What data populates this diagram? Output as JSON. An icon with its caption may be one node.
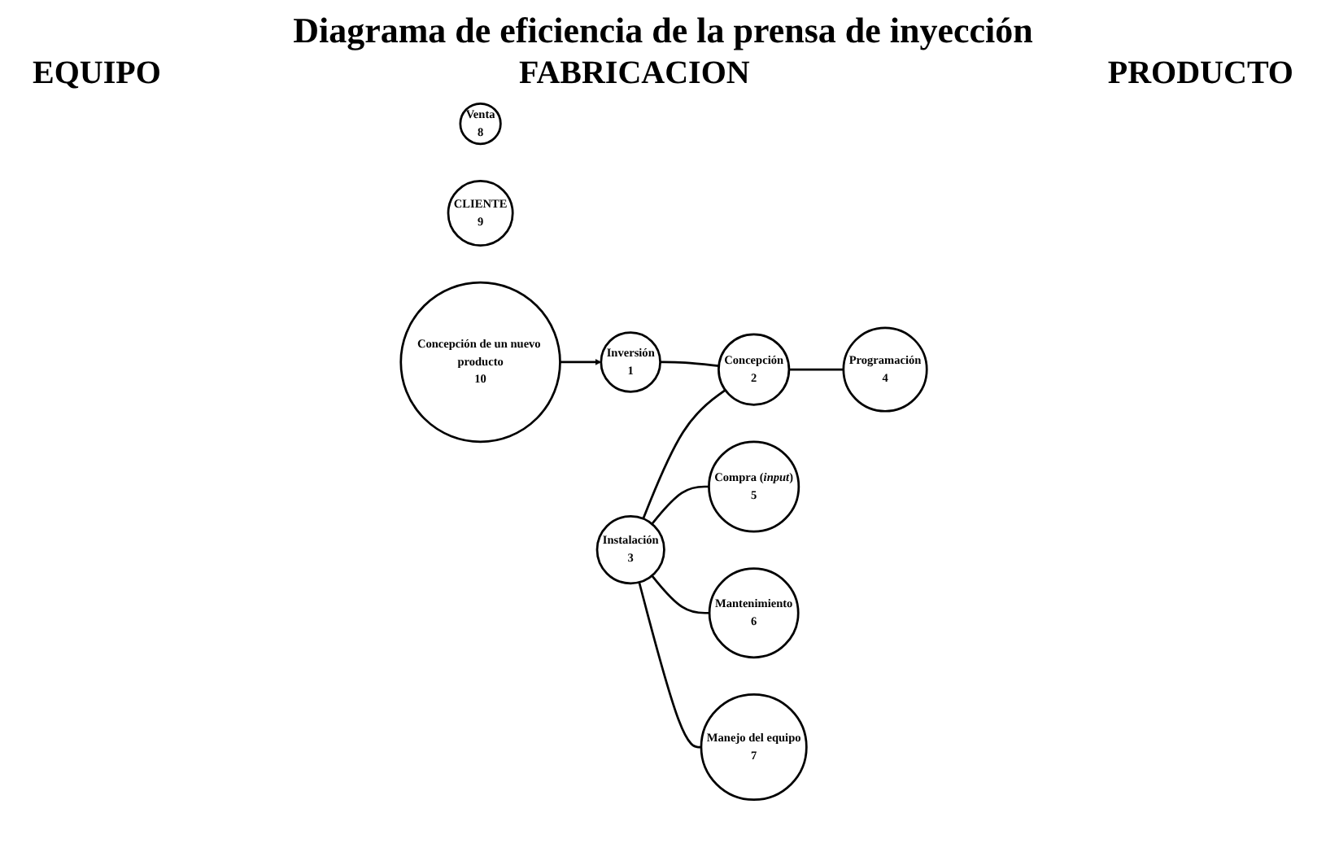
{
  "diagram": {
    "title": "Diagrama de eficiencia de la prensa de inyección",
    "nodes": [
      {
        "text": [
          "Inversión",
          "1"
        ]
      },
      {
        "text": [
          "Concepción",
          "2"
        ]
      },
      {
        "text": [
          "Instalación",
          "3"
        ]
      },
      {
        "text": [
          "Programación",
          "4"
        ]
      },
      {
        "text": [
          "Compra (*input*)",
          "5"
        ]
      },
      {
        "text": [
          "Mantenimiento",
          "6"
        ]
      },
      {
        "text": [
          "Manejo del equipo",
          "7"
        ]
      },
      {
        "text": [
          "Venta",
          "8"
        ]
      },
      {
        "text": [
          "CLIENTE",
          "9"
        ]
      },
      {
        "text": [
          "Concepción de un nuevo producto",
          "10"
        ]
      }
    ],
    "edges": [
      {
        "from": 2,
        "to": 4,
        "arrow": "none"
      },
      {
        "from": 2,
        "to": 5,
        "arrow": "none"
      },
      {
        "from": 2,
        "to": 1,
        "arrow": "none"
      },
      {
        "from": 0,
        "to": 1,
        "arrow": "none"
      },
      {
        "from": 2,
        "to": 6,
        "arrow": "none"
      },
      {
        "from": 1,
        "to": 3,
        "arrow": "none"
      },
      {
        "from": 9,
        "to": 0,
        "arrow": "to"
      }
    ],
    "labels": [
      "EQUIPO",
      "FABRICACION",
      "PRODUCTO"
    ]
  }
}
